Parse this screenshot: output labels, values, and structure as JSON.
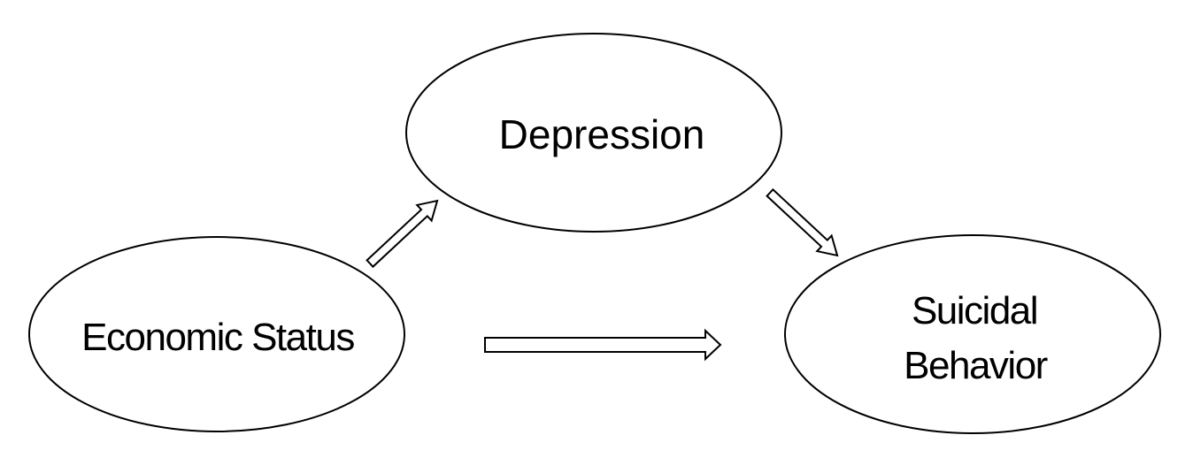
{
  "nodes": {
    "depression": {
      "label": "Depression"
    },
    "economic_status": {
      "label": "Economic Status"
    },
    "suicidal_behavior": {
      "label_line1": "Suicidal",
      "label_line2": "Behavior"
    }
  },
  "edges": [
    {
      "from": "Economic Status",
      "to": "Depression"
    },
    {
      "from": "Depression",
      "to": "Suicidal Behavior"
    },
    {
      "from": "Economic Status",
      "to": "Suicidal Behavior"
    }
  ],
  "colors": {
    "stroke": "#000000",
    "fill": "#ffffff",
    "text": "#000000"
  }
}
